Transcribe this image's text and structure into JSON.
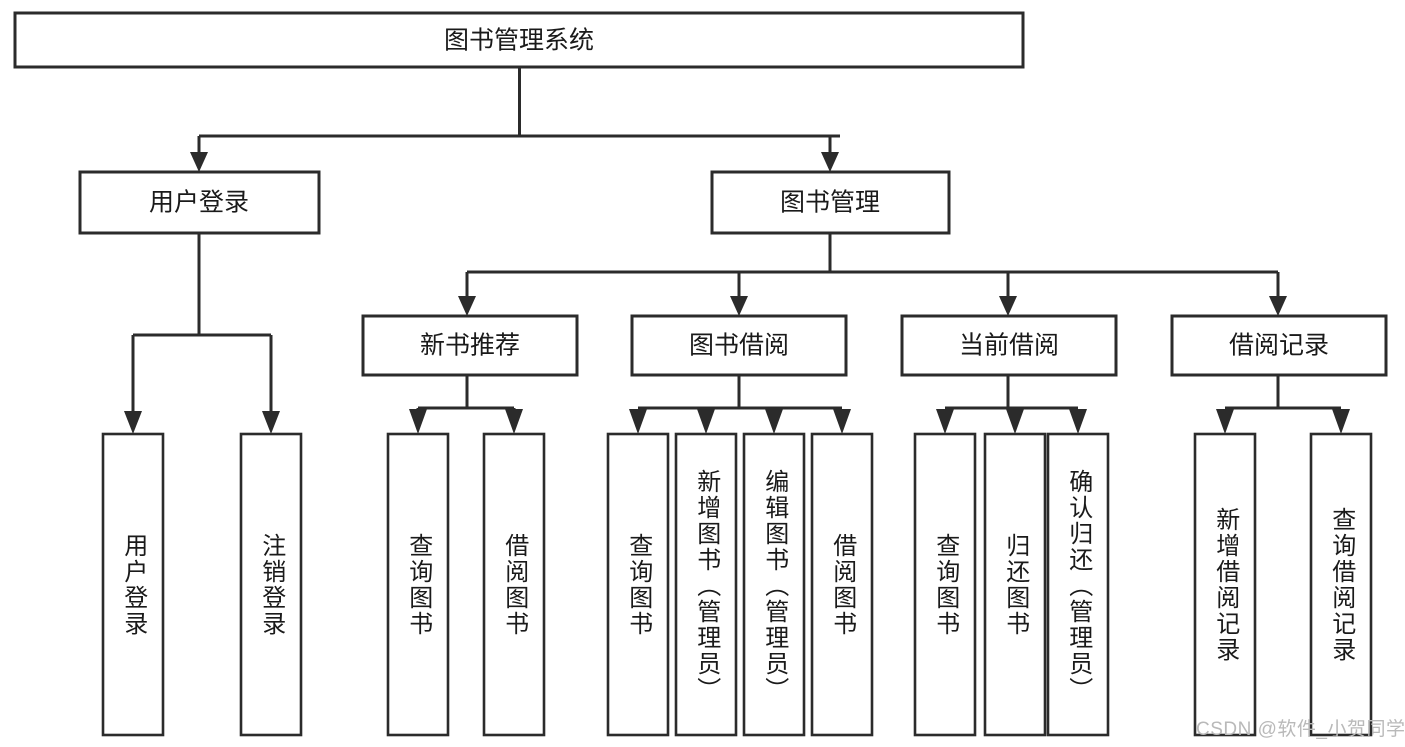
{
  "diagram": {
    "type": "tree-hierarchy",
    "title": "图书管理系统",
    "orientation": "top-down",
    "watermark": "CSDN @软件_小贺同学",
    "colors": {
      "stroke": "#2b2b2b",
      "fill": "#ffffff",
      "text": "#1a1a1a",
      "watermark": "#b9b9b9",
      "background": "#ffffff"
    },
    "root": {
      "id": "root",
      "label": "图书管理系统"
    },
    "level2": [
      {
        "id": "user-login",
        "label": "用户登录"
      },
      {
        "id": "book-management",
        "label": "图书管理"
      }
    ],
    "level3": [
      {
        "id": "new-book-recommend",
        "label": "新书推荐",
        "parent": "book-management"
      },
      {
        "id": "book-borrow",
        "label": "图书借阅",
        "parent": "book-management"
      },
      {
        "id": "current-borrow",
        "label": "当前借阅",
        "parent": "book-management"
      },
      {
        "id": "borrow-record",
        "label": "借阅记录",
        "parent": "book-management"
      }
    ],
    "leaves": [
      {
        "id": "leaf-user-login",
        "label": "用户登录",
        "parent": "user-login"
      },
      {
        "id": "leaf-user-logout",
        "label": "注销登录",
        "parent": "user-login"
      },
      {
        "id": "leaf-query-book-1",
        "label": "查询图书",
        "parent": "new-book-recommend"
      },
      {
        "id": "leaf-borrow-book-1",
        "label": "借阅图书",
        "parent": "new-book-recommend"
      },
      {
        "id": "leaf-query-book-2",
        "label": "查询图书",
        "parent": "book-borrow"
      },
      {
        "id": "leaf-add-book",
        "label": "新增图书（管理员）",
        "parent": "book-borrow"
      },
      {
        "id": "leaf-edit-book",
        "label": "编辑图书（管理员）",
        "parent": "book-borrow"
      },
      {
        "id": "leaf-borrow-book-2",
        "label": "借阅图书",
        "parent": "book-borrow"
      },
      {
        "id": "leaf-query-book-3",
        "label": "查询图书",
        "parent": "current-borrow"
      },
      {
        "id": "leaf-return-book",
        "label": "归还图书",
        "parent": "current-borrow"
      },
      {
        "id": "leaf-confirm-return",
        "label": "确认归还（管理员）",
        "parent": "current-borrow"
      },
      {
        "id": "leaf-add-record",
        "label": "新增借阅记录",
        "parent": "borrow-record"
      },
      {
        "id": "leaf-query-record",
        "label": "查询借阅记录",
        "parent": "borrow-record"
      }
    ]
  }
}
